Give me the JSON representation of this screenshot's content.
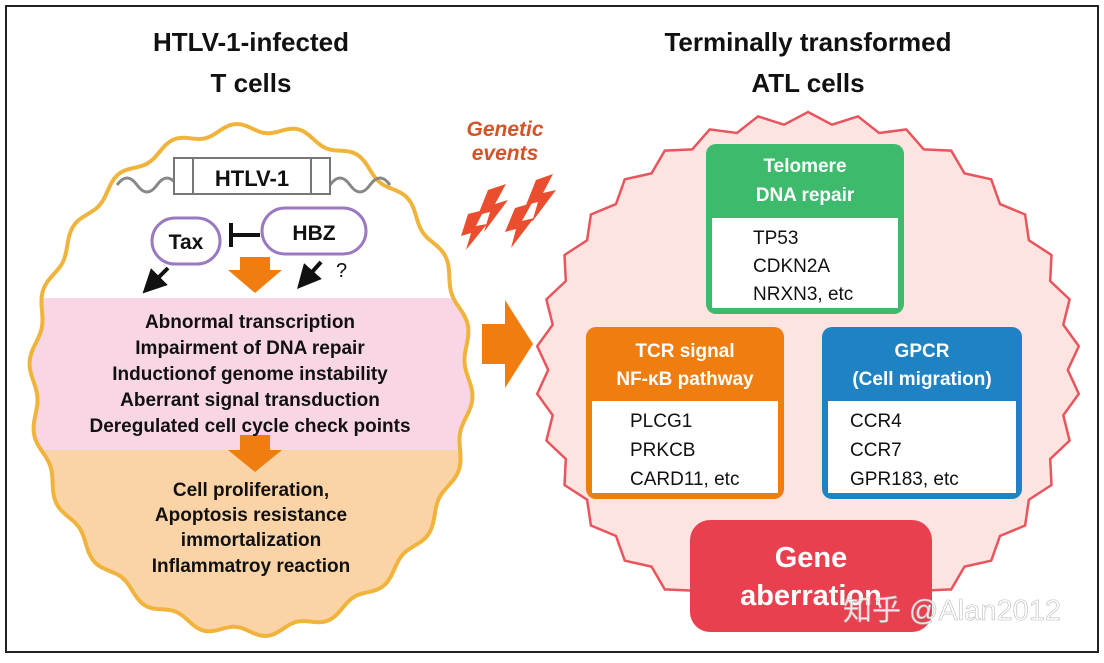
{
  "left": {
    "title_line1": "HTLV-1-infected",
    "title_line2": "T cells",
    "provirus_label": "HTLV-1",
    "tax_label": "Tax",
    "hbz_label": "HBZ",
    "unknown_mark": "?",
    "effects": [
      "Abnormal transcription",
      "Impairment of DNA repair",
      "Inductionof genome instability",
      "Aberrant signal transduction",
      "Deregulated cell cycle check points"
    ],
    "outcomes": [
      "Cell proliferation,",
      "Apoptosis resistance",
      "immortalization",
      "Inflammatroy reaction"
    ]
  },
  "middle": {
    "genetic_line1": "Genetic",
    "genetic_line2": "events"
  },
  "right": {
    "title_line1": "Terminally transformed",
    "title_line2": "ATL cells",
    "boxes": [
      {
        "header_line1": "Telomere",
        "header_line2": "DNA repair",
        "genes": [
          "TP53",
          "CDKN2A",
          "NRXN3, etc"
        ],
        "color": "#3dba6b"
      },
      {
        "header_line1": "TCR signal",
        "header_line2": "NF-κB pathway",
        "genes": [
          "PLCG1",
          "PRKCB",
          "CARD11, etc"
        ],
        "color": "#ef7d0f"
      },
      {
        "header_line1": "GPCR",
        "header_line2": "(Cell migration)",
        "genes": [
          "CCR4",
          "CCR7",
          "GPR183, etc"
        ],
        "color": "#1f82c3"
      }
    ],
    "aberration_line1": "Gene",
    "aberration_line2": "aberration"
  },
  "watermark": "知乎 @Alan2012",
  "colors": {
    "cell_outline": "#f0b43c",
    "effects_band": "#f9d6e6",
    "outcomes_band": "#fad4a6",
    "arrow_orange": "#ef7d0f",
    "atl_fill": "#fde4e1",
    "atl_outline": "#e8555c",
    "aberration_fill": "#e8404f",
    "genetic_text": "#d2552a",
    "bolt": "#ea4e2f",
    "viral_outline": "#9b79c1"
  }
}
